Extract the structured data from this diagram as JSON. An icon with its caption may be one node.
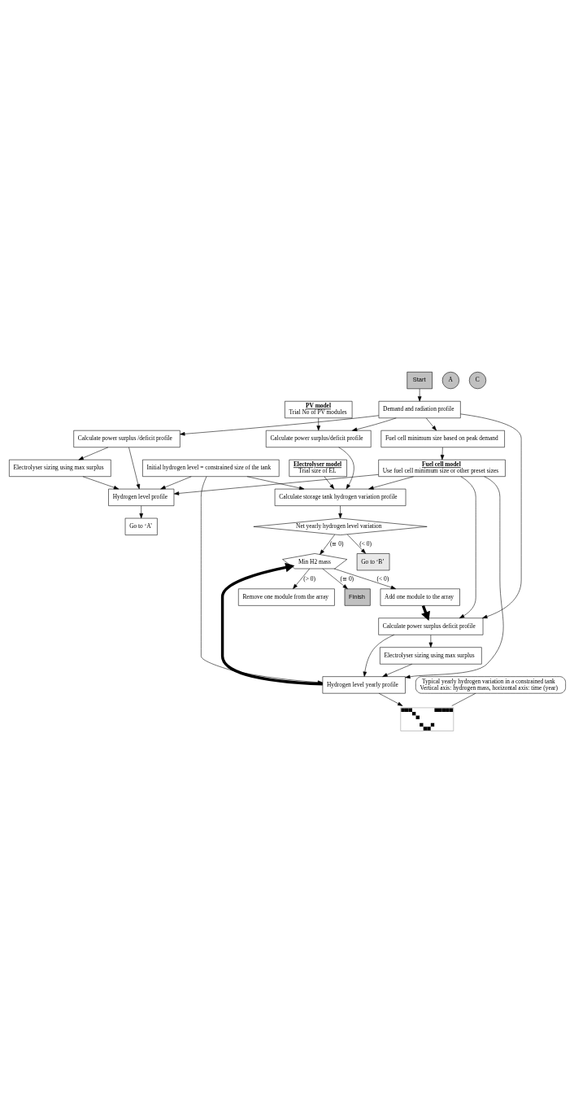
{
  "diagram": {
    "nodes": [
      {
        "text": [
          "Start"
        ]
      },
      {
        "text": [
          "Demand and radiation profile"
        ]
      },
      {
        "text": [
          "Fuel cell minimum size based on peak demand"
        ]
      },
      {
        "text": [
          "Calculate power surplus/deficit profile"
        ]
      },
      {
        "text": [
          "Fuel cell model",
          "Use fuel cell minimum size or other preset sizes"
        ]
      },
      {
        "text": [
          "Electrolyser model",
          "Trial size of EL"
        ]
      },
      {
        "text": [
          "PV model",
          "Trial No of PV modules"
        ]
      },
      {
        "text": [
          "Go to ‘B’"
        ]
      },
      {
        "text": [
          "Calculate storage tank hydrogen variation profile"
        ]
      },
      {
        "text": [
          "Initial hydrogen level = constrained size of the tank"
        ]
      },
      {
        "text": [
          "A"
        ]
      },
      {
        "text": [
          "Net yearly hydrogen level variation"
        ]
      },
      {
        "text": [
          "Remove one module from the array"
        ]
      },
      {
        "text": [
          "Finish"
        ]
      },
      {
        "text": [
          "Min H2 mass"
        ]
      },
      {
        "text": [
          "C"
        ]
      },
      {
        "text": [
          "Calculate power surplus /deficit profile"
        ]
      },
      {
        "text": [
          "Add one module to the array"
        ]
      },
      {
        "text": [
          "Calculate power surplus deficit profile"
        ]
      },
      {
        "text": [
          "Hydrogen level profile"
        ]
      },
      {
        "text": [
          "Electrolyser sizing using max surplus"
        ]
      },
      {
        "text": [
          "Go to ‘A’"
        ]
      },
      {
        "text": [
          "Hydrogen level yearly profile"
        ]
      },
      {
        "text": [
          "Electrolyser sizing using max surplus"
        ]
      },
      {
        "text": [],
        "shape": "picture"
      },
      {
        "text": [
          "Typical yearly hydrogen variation in a constrained tank",
          "Vertical axis: hydrogen mass, horizontal axis: time (year)"
        ]
      }
    ],
    "edges": [
      {
        "from": 0,
        "to": 1,
        "arrow": "to"
      },
      {
        "from": 1,
        "to": 2,
        "arrow": "to"
      },
      {
        "from": 1,
        "to": 3,
        "arrow": "to"
      },
      {
        "from": 1,
        "to": 16,
        "arrow": "to"
      },
      {
        "from": 1,
        "to": 18,
        "arrow": "to"
      },
      {
        "from": 2,
        "to": 4,
        "arrow": "to"
      },
      {
        "from": 4,
        "to": 18,
        "arrow": "to"
      },
      {
        "from": 6,
        "to": 3,
        "arrow": "to"
      },
      {
        "from": 3,
        "to": 8,
        "arrow": "to"
      },
      {
        "from": 4,
        "to": 8,
        "arrow": "to"
      },
      {
        "from": 5,
        "to": 8,
        "arrow": "to"
      },
      {
        "from": 9,
        "to": 8,
        "arrow": "to"
      },
      {
        "from": 8,
        "to": 11,
        "arrow": "to"
      },
      {
        "from": 11,
        "to": 7,
        "label": "(< 0)",
        "arrow": "to"
      },
      {
        "from": 11,
        "to": 14,
        "label": "(≅ 0)",
        "arrow": "to"
      },
      {
        "from": 14,
        "to": 12,
        "label": "(> 0)",
        "arrow": "to"
      },
      {
        "from": 14,
        "to": 13,
        "label": "(≅ 0)",
        "arrow": "to"
      },
      {
        "from": 14,
        "to": 17,
        "label": "(< 0)",
        "arrow": "to"
      },
      {
        "from": 17,
        "to": 18,
        "arrow": "to",
        "style": "thick"
      },
      {
        "from": 9,
        "to": 19,
        "arrow": "to"
      },
      {
        "from": 9,
        "to": 22,
        "arrow": "to"
      },
      {
        "from": 4,
        "to": 19,
        "arrow": "to"
      },
      {
        "from": 4,
        "to": 22,
        "arrow": "to"
      },
      {
        "from": 16,
        "to": 19,
        "arrow": "to"
      },
      {
        "from": 16,
        "to": 20,
        "arrow": "to"
      },
      {
        "from": 20,
        "to": 19,
        "arrow": "to"
      },
      {
        "from": 19,
        "to": 21,
        "arrow": "to"
      },
      {
        "from": 18,
        "to": 22,
        "arrow": "to"
      },
      {
        "from": 18,
        "to": 23,
        "arrow": "to"
      },
      {
        "from": 23,
        "to": 22,
        "arrow": "to"
      },
      {
        "from": 22,
        "to": 14,
        "arrow": "to",
        "style": "thick"
      },
      {
        "from": 22,
        "to": 24,
        "arrow": "to"
      },
      {
        "from": 25,
        "to": 24,
        "arrow": "none"
      }
    ]
  }
}
